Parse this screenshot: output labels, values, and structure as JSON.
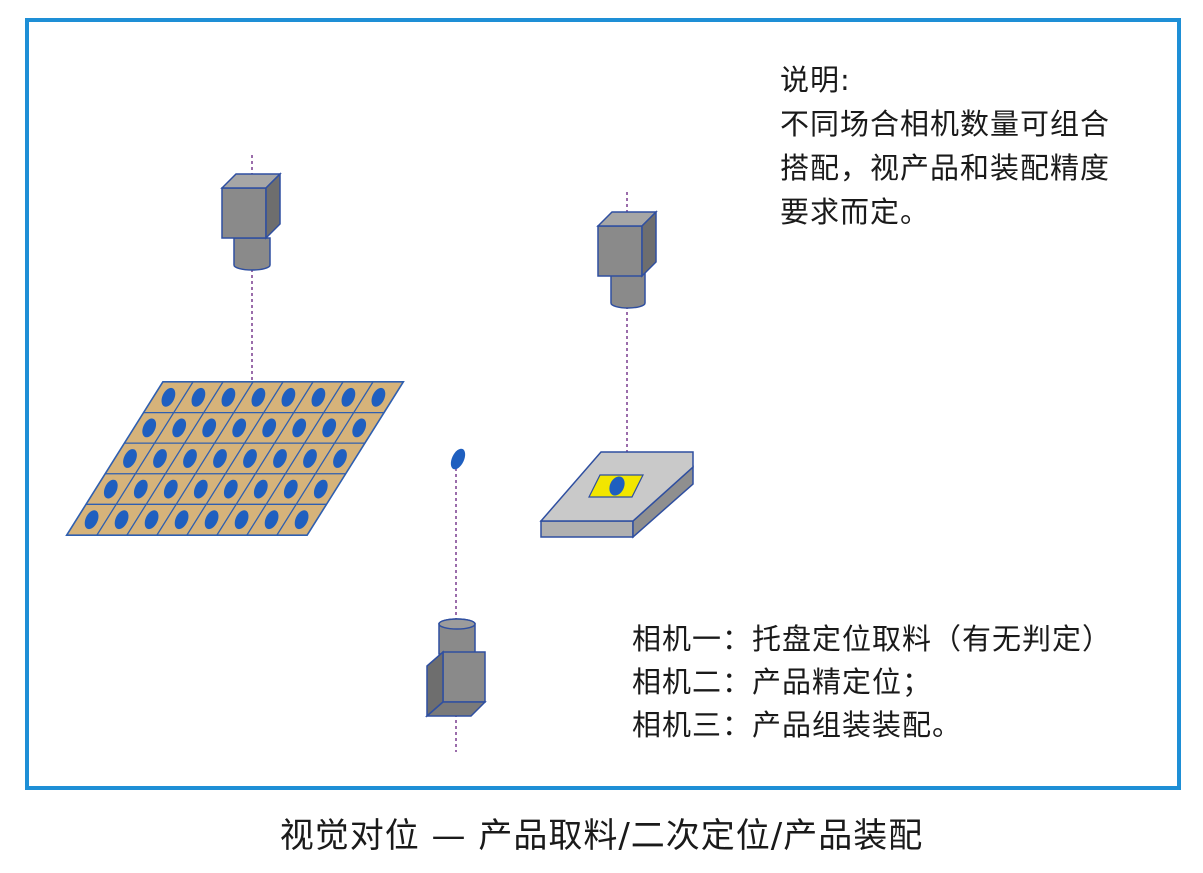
{
  "note": {
    "heading": "说明:",
    "lines": [
      "不同场合相机数量可组合",
      "搭配，视产品和装配精度",
      "要求而定。"
    ]
  },
  "legend": {
    "items": [
      "相机一：托盘定位取料（有无判定）",
      "相机二：产品精定位；",
      "相机三：产品组装装配。"
    ]
  },
  "caption": "视觉对位 — 产品取料/二次定位/产品装配",
  "colors": {
    "frame": "#1e8fd6",
    "camera_front": "#8a8a8a",
    "camera_side": "#6e6e6e",
    "camera_outline": "#2f4fa0",
    "tray_cell": "#d6b37a",
    "part": "#1f5fbf",
    "fixture": "#bdbdbd",
    "fixture_window": "#f2e600",
    "axis_line": "#7a3d8f"
  },
  "icons": [
    "camera-icon",
    "tray-icon",
    "fixture-icon",
    "part-icon"
  ],
  "tray": {
    "rows": 5,
    "cols": 8
  }
}
